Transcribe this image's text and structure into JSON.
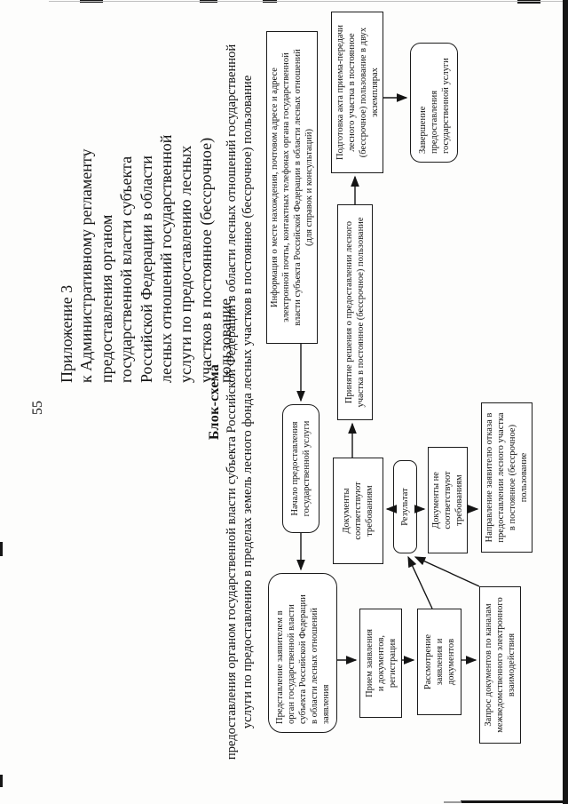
{
  "page": {
    "number": "55"
  },
  "appendix": {
    "lines": "Приложение 3\nк Административному регламенту\nпредоставления органом\nгосударственной власти субъекта\nРоссийской Федерации в области\nлесных отношений государственной\nуслуги по предоставлению лесных\nучастков в постоянное (бессрочное)\nпользование"
  },
  "title": {
    "heading": "Блок-схема",
    "subtitle": "предоставления органом государственной власти субъекта Российской Федерации в области лесных отношений государственной\nуслуги по предоставлению в пределах земель лесного фонда лесных участков в постоянное (бессрочное) пользование"
  },
  "flowchart": {
    "nodes": {
      "info": {
        "text": "Информация о месте нахождения, почтовом адресе и адресе\nэлектронной почты, контактных телефонах органа государственной\nвласти субъекта Российской Федерации в области лесных отношений\n(для справок и консультаций)"
      },
      "start": {
        "text": "Начало предоставления\nгосударственной услуги"
      },
      "submission": {
        "text": "Представление заявителем в\nорган государственной власти\nсубъекта Российской Федерации\nв области лесных отношений\nзаявления"
      },
      "reception": {
        "text": "Прием заявления\nи документов,\nрегистрация"
      },
      "review": {
        "text": "Рассмотрение\nзаявления и\nдокументов"
      },
      "request": {
        "text": "Запрос документов по каналам\nмежведомственного электронного\nвзаимодействия"
      },
      "result": {
        "text": "Результат"
      },
      "docs_ok": {
        "text": "Документы\nсоответствуют\nтребованиям"
      },
      "docs_not_ok": {
        "text": "Документы не\nсоответствуют\nтребованиям"
      },
      "refusal": {
        "text": "Направление заявителю отказа в\nпредоставлении лесного участка\nв постоянное (бессрочное)\nпользование"
      },
      "decision": {
        "text": "Принятие решения о предоставлении лесного\nучастка в постоянное (бессрочное) пользование"
      },
      "act": {
        "text": "Подготовка акта приема-передачи\nлесного участка в постоянное\n(бессрочное) пользование в двух\nэкземплярах"
      },
      "finish": {
        "text": "Завершение\nпредоставления\nгосударственной услуги"
      }
    }
  },
  "colors": {
    "ink": "#141414",
    "paper": "#fdfdfc"
  }
}
